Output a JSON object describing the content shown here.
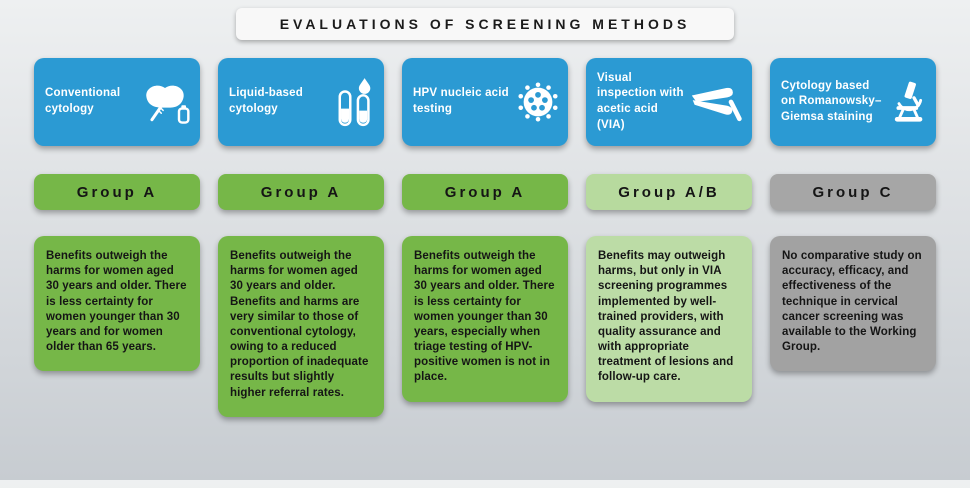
{
  "title": "EVALUATIONS OF SCREENING METHODS",
  "colors": {
    "method_card_blue": "#2b9ad3",
    "group_a_green": "#76b748",
    "group_ab_light_green": "#b7da9e",
    "group_c_gray": "#a6a6a6",
    "background_gray": "#dde0e3",
    "title_card_white": "#f8f8f8",
    "method_text": "#ffffff",
    "body_text": "#151515"
  },
  "columns": [
    {
      "method": "Conventional cytology",
      "icon": "cervix-sampling-icon",
      "group": "Group A",
      "tier": "green",
      "body": "Benefits outweigh the harms for women aged 30 years and older. There is less certainty for women younger than 30 years and for women older than 65 years."
    },
    {
      "method": "Liquid-based cytology",
      "icon": "test-tubes-icon",
      "group": "Group A",
      "tier": "green",
      "body": "Benefits outweigh the harms for women aged 30 years and older. Benefits and harms are very similar to those of conventional cytology, owing to a reduced proportion of inadequate results but slightly higher referral rates."
    },
    {
      "method": "HPV nucleic acid testing",
      "icon": "virus-icon",
      "group": "Group A",
      "tier": "green",
      "body": "Benefits outweigh the harms for women aged 30 years and older. There is less certainty for women younger than 30 years, especially when triage testing of HPV-positive women is not in place."
    },
    {
      "method": "Visual inspection with acetic acid (VIA)",
      "icon": "speculum-icon",
      "group": "Group A/B",
      "tier": "light",
      "body": "Benefits may outweigh harms, but only in VIA screening programmes implemented by well-trained providers, with quality assurance and with appropriate treatment of lesions and follow-up care."
    },
    {
      "method": "Cytology based on Romanowsky–Giemsa staining",
      "icon": "microscope-icon",
      "group": "Group C",
      "tier": "gray",
      "body": "No comparative study on accuracy, efficacy, and effectiveness of the technique in cervical cancer screening was available to the Working Group."
    }
  ]
}
